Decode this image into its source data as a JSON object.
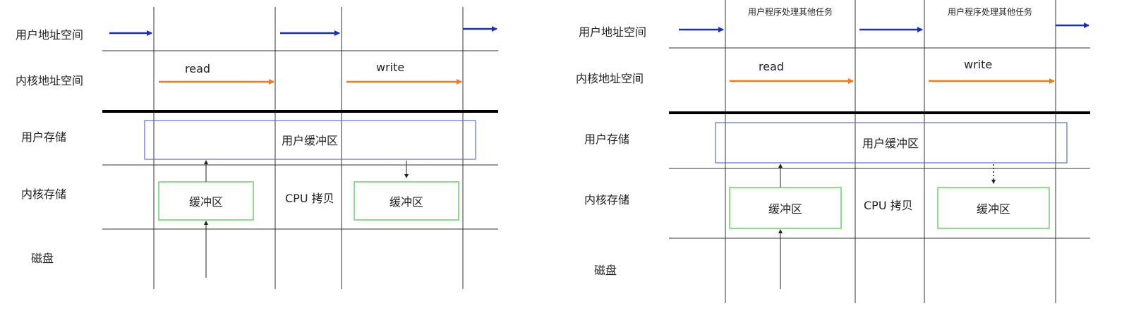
{
  "diagrams": [
    {
      "row_labels": [
        "用户地址空间",
        "内核地址空间",
        "用户存储",
        "内核存储",
        "磁盘"
      ],
      "read_label": "read",
      "write_label": "write",
      "user_buffer_label": "用户缓冲区",
      "kernel_buffer_left_label": "缓冲区",
      "kernel_buffer_right_label": "缓冲区",
      "cpu_copy_label": "CPU 拷贝",
      "task_labels": []
    },
    {
      "row_labels": [
        "用户地址空间",
        "内核地址空间",
        "用户存储",
        "内核存储",
        "磁盘"
      ],
      "read_label": "read",
      "write_label": "write",
      "user_buffer_label": "用户缓冲区",
      "kernel_buffer_left_label": "缓冲区",
      "kernel_buffer_right_label": "缓冲区",
      "cpu_copy_label": "CPU 拷贝",
      "task_labels": [
        "用户程序处理其他任务",
        "用户程序处理其他任务"
      ]
    }
  ],
  "colors": {
    "user_arrow": "#1a2fb0",
    "kernel_arrow": "#f07a1a",
    "user_buffer_border": "#5b6fd6",
    "kernel_buffer_border": "#6cd06c",
    "grid_line": "#333333",
    "divider": "#000000"
  }
}
